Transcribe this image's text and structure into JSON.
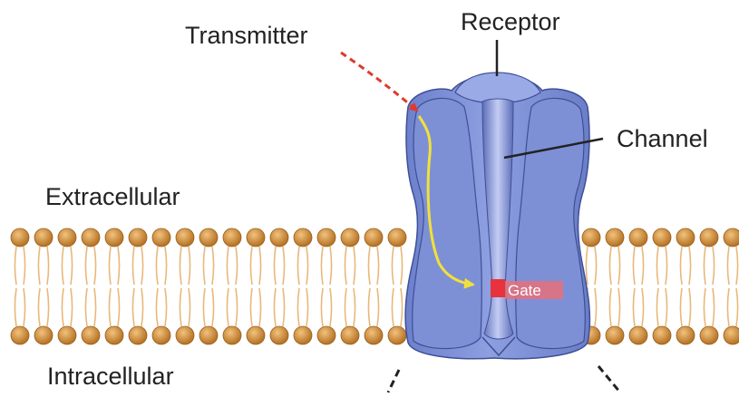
{
  "diagram": {
    "labels": {
      "receptor": "Receptor",
      "transmitter": "Transmitter",
      "channel": "Channel",
      "extracellular": "Extracellular",
      "intracellular": "Intracellular",
      "gate": "Gate"
    },
    "colors": {
      "protein": "#7b8fd6",
      "protein_dark": "#5a6cb8",
      "protein_light": "#a9b6ec",
      "lipid_head": "#c88a3c",
      "lipid_tail": "#e8b87a",
      "transmitter_arrow": "#e03a2c",
      "pathway_arrow": "#f2e03a",
      "gate": "#e8323c",
      "leader_line": "#222222"
    }
  }
}
